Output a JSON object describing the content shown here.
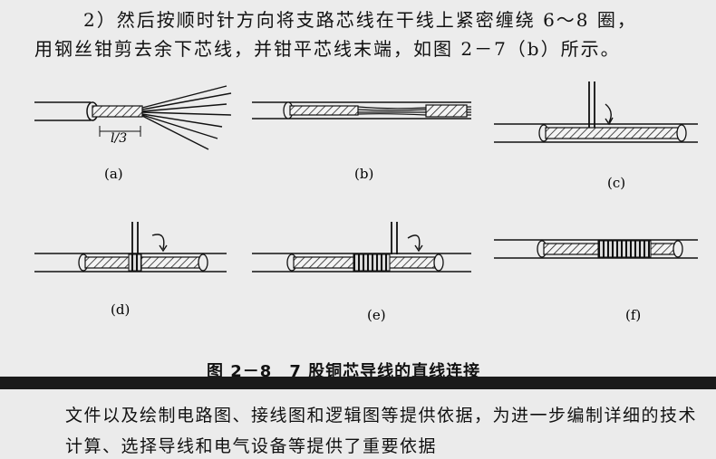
{
  "text": {
    "line1": "2）然后按顺时针方向将支路芯线在干线上紧密缠绕 6～8 圈，",
    "line2": "用钢丝钳剪去余下芯线，并钳平芯线末端，如图 2－7（b）所示。"
  },
  "figure": {
    "dimension_label": "l/3",
    "labels": {
      "a": "(a)",
      "b": "(b)",
      "c": "(c)",
      "d": "(d)",
      "e": "(e)",
      "f": "(f)"
    },
    "caption": "图 2－8　7 股铜芯导线的直线连接"
  },
  "bottom": {
    "line1": "文件以及绘制电路图、接线图和逻辑图等提供依据，为进一步编制详细的技术",
    "line2": "计算、选择导线和电气设备等提供了重要依据"
  },
  "colors": {
    "paper": "#ececec",
    "ink": "#111111",
    "divider": "#1a1a1a"
  }
}
